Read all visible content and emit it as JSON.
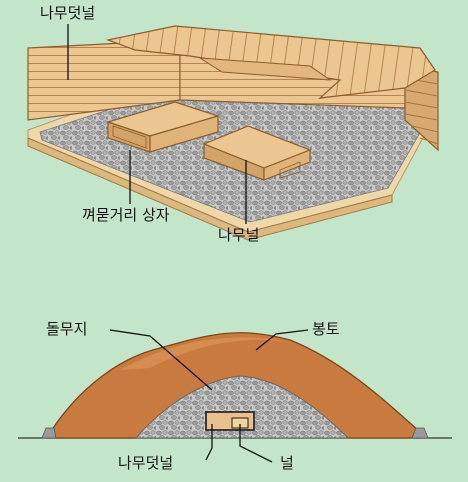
{
  "labels": {
    "cover_top": "나무덧널",
    "nested_box": "껴묻거리 상자",
    "coffin_top": "나무널",
    "stone_pile": "돌무지",
    "mound": "봉토",
    "cover_bottom": "나무덧널",
    "coffin_bottom": "널"
  },
  "colors": {
    "background": "#c3e6cb",
    "wood": "#e8c08c",
    "wood_line": "#a8773f",
    "pebble": "#b8b8b8",
    "mound": "#c97a3e",
    "leader": "#111111"
  }
}
